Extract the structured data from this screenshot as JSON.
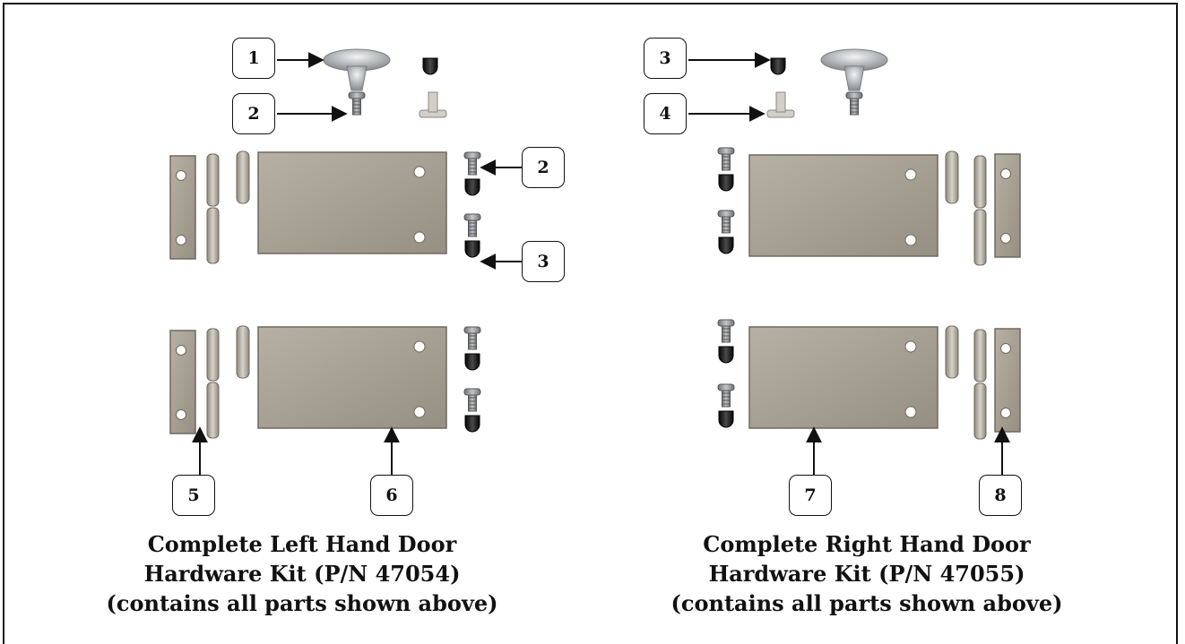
{
  "callouts": {
    "left_1": "1",
    "left_2_top": "2",
    "left_2_side": "2",
    "left_3_side": "3",
    "left_5": "5",
    "left_6": "6",
    "right_3": "3",
    "right_4": "4",
    "right_7": "7",
    "right_8": "8"
  },
  "captions": {
    "left": {
      "line1": "Complete Left Hand Door",
      "line2": "Hardware Kit (P/N 47054)",
      "line3": "(contains all parts shown above)"
    },
    "right": {
      "line1": "Complete Right Hand Door",
      "line2": "Hardware Kit (P/N 47055)",
      "line3": "(contains all parts shown above)"
    }
  },
  "colors": {
    "plate": "#a8a093",
    "plate_edge": "#6f685e",
    "hinge": "#b9b3a8",
    "cap": "#1e1e1e",
    "screw": "#8c8f92",
    "knob": "#c9ccd0"
  }
}
